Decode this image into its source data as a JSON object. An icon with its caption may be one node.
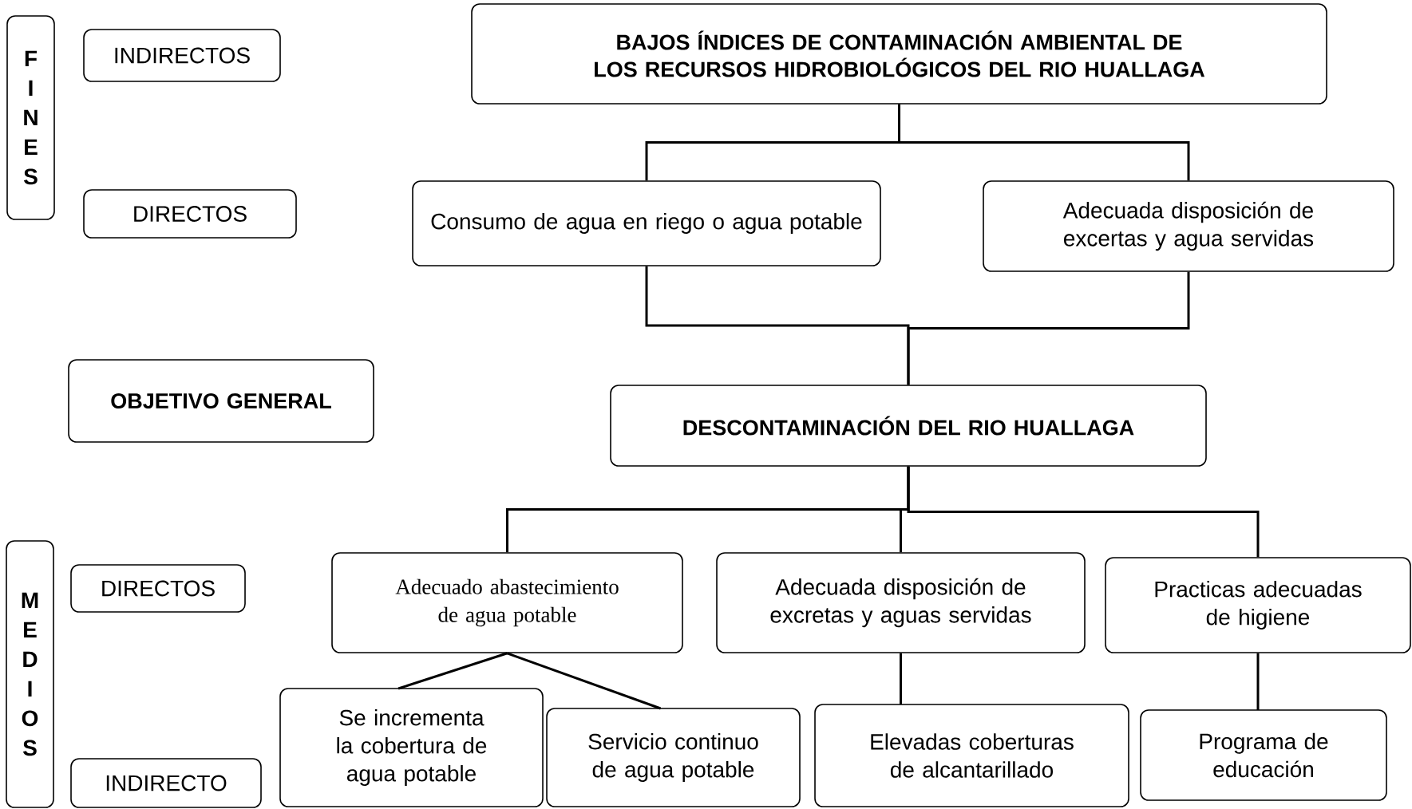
{
  "diagram": {
    "nodes": [
      {
        "text": [
          "FINES"
        ]
      },
      {
        "text": [
          "INDIRECTOS"
        ]
      },
      {
        "text": [
          "DIRECTOS"
        ]
      },
      {
        "text": [
          "BAJOS ÍNDICES DE CONTAMINACIÓN AMBIENTAL DE LOS RECURSOS HIDROBIOLÓGICOS DEL RIO HUALLAGA"
        ]
      },
      {
        "text": [
          "Consumo de agua en riego o agua potable"
        ]
      },
      {
        "text": [
          "Adecuada disposición de excertas y agua servidas"
        ]
      },
      {
        "text": [
          "OBJETIVO GENERAL"
        ]
      },
      {
        "text": [
          "DESCONTAMINACIÓN DEL RIO HUALLAGA"
        ]
      },
      {
        "text": [
          "MEDIOS"
        ]
      },
      {
        "text": [
          "DIRECTOS"
        ]
      },
      {
        "text": [
          "Adecuado abastecimiento de agua potable"
        ]
      },
      {
        "text": [
          "Adecuada disposición de excretas y aguas servidas"
        ]
      },
      {
        "text": [
          "Practicas adecuadas de higiene"
        ]
      },
      {
        "text": [
          "INDIRECTO"
        ]
      },
      {
        "text": [
          "Se incrementa la cobertura de agua potable"
        ]
      },
      {
        "text": [
          "Servicio continuo de agua potable"
        ]
      },
      {
        "text": [
          "Elevadas coberturas de alcantarillado"
        ]
      },
      {
        "text": [
          "Programa de educación"
        ]
      }
    ],
    "edges": [
      {
        "from": 3,
        "to": 4,
        "arrow": "none"
      },
      {
        "from": 3,
        "to": 5,
        "arrow": "none"
      },
      {
        "from": 4,
        "to": 7,
        "arrow": "none"
      },
      {
        "from": 5,
        "to": 7,
        "arrow": "none"
      },
      {
        "from": 7,
        "to": 10,
        "arrow": "none"
      },
      {
        "from": 7,
        "to": 11,
        "arrow": "none"
      },
      {
        "from": 7,
        "to": 12,
        "arrow": "none"
      },
      {
        "from": 10,
        "to": 14,
        "arrow": "none"
      },
      {
        "from": 10,
        "to": 15,
        "arrow": "none"
      },
      {
        "from": 11,
        "to": 16,
        "arrow": "none"
      },
      {
        "from": 12,
        "to": 17,
        "arrow": "none"
      }
    ]
  }
}
